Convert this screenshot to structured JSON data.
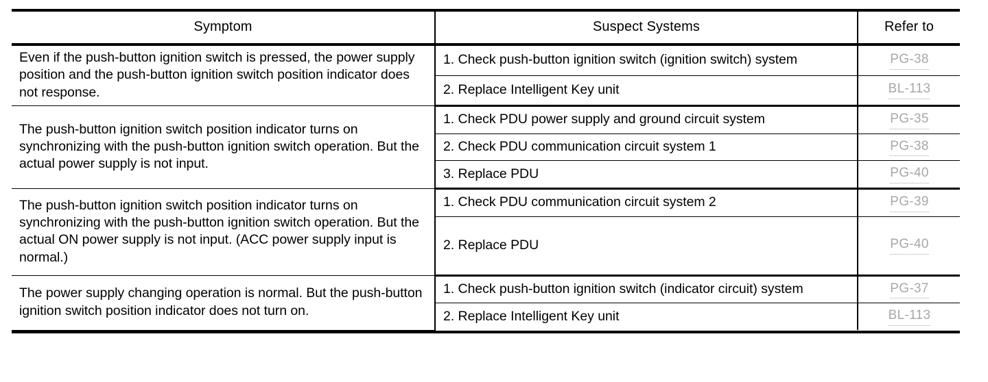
{
  "table": {
    "name": "diagnosis-chart",
    "columns": [
      "Symptom",
      "Suspect Systems",
      "Refer to"
    ],
    "rows": [
      {
        "symptom": "Even if the push-button ignition switch is pressed, the power supply position and the push-button ignition switch position indicator does not response.",
        "items": [
          {
            "suspect": "1. Check push-button ignition switch (ignition switch) system",
            "refer": "PG-38"
          },
          {
            "suspect": "2. Replace Intelligent Key unit",
            "refer": "BL-113"
          }
        ]
      },
      {
        "symptom": "The push-button ignition switch position indicator turns on synchronizing with the push-button ignition switch operation. But the actual power supply is not input.",
        "items": [
          {
            "suspect": "1. Check PDU power supply and ground circuit system",
            "refer": "PG-35"
          },
          {
            "suspect": "2. Check PDU communication circuit system 1",
            "refer": "PG-38"
          },
          {
            "suspect": "3. Replace PDU",
            "refer": "PG-40"
          }
        ]
      },
      {
        "symptom": "The push-button ignition switch position indicator turns on synchronizing with the push-button ignition switch operation. But the actual ON power supply is not input. (ACC power supply input is normal.)",
        "items": [
          {
            "suspect": "1. Check PDU communication circuit system 2",
            "refer": "PG-39"
          },
          {
            "suspect": "2. Replace PDU",
            "refer": "PG-40"
          }
        ]
      },
      {
        "symptom": "The power supply changing operation is normal. But the push-button ignition switch position indicator does not turn on.",
        "items": [
          {
            "suspect": "1. Check push-button ignition switch (indicator circuit) system",
            "refer": "PG-37"
          },
          {
            "suspect": "2. Replace Intelligent Key unit",
            "refer": "BL-113"
          }
        ]
      }
    ]
  },
  "colors": {
    "rule": "#000000",
    "text": "#000000",
    "reference_link": "#9c9c9c",
    "background": "#ffffff"
  }
}
